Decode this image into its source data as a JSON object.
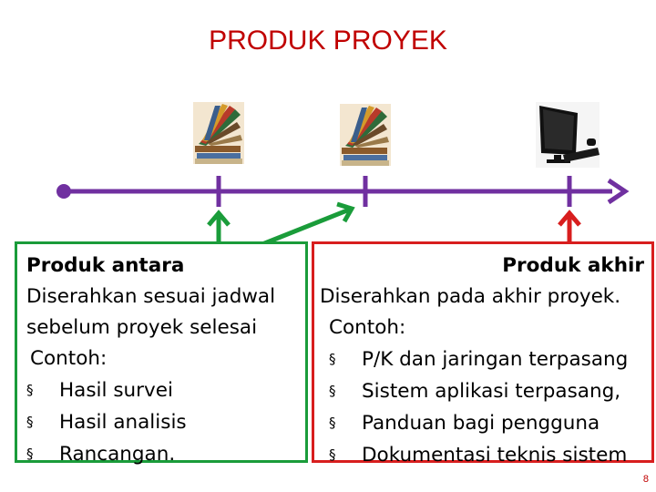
{
  "title": "PRODUK PROYEK",
  "left_box": {
    "heading": "Produk antara",
    "line1": "Diserahkan sesuai jadwal",
    "line2": "sebelum proyek selesai",
    "example_label": "Contoh:",
    "bullet": "§",
    "items": [
      "Hasil survei",
      "Hasil analisis",
      "Rancangan."
    ]
  },
  "right_box": {
    "heading": "Produk akhir",
    "line1": "Diserahkan pada akhir proyek.",
    "example_label": "Contoh:",
    "bullet": "§",
    "items": [
      "P/K dan jaringan terpasang",
      "Sistem aplikasi terpasang,",
      "Panduan bagi pengguna",
      "Dokumentasi teknis sistem"
    ]
  },
  "icons": [
    "books-icon",
    "books-icon",
    "computer-icon"
  ],
  "colors": {
    "title": "#c00000",
    "timeline": "#7030a0",
    "intermediate": "#1a9c3a",
    "final": "#d81e1e"
  },
  "page_number": "8"
}
